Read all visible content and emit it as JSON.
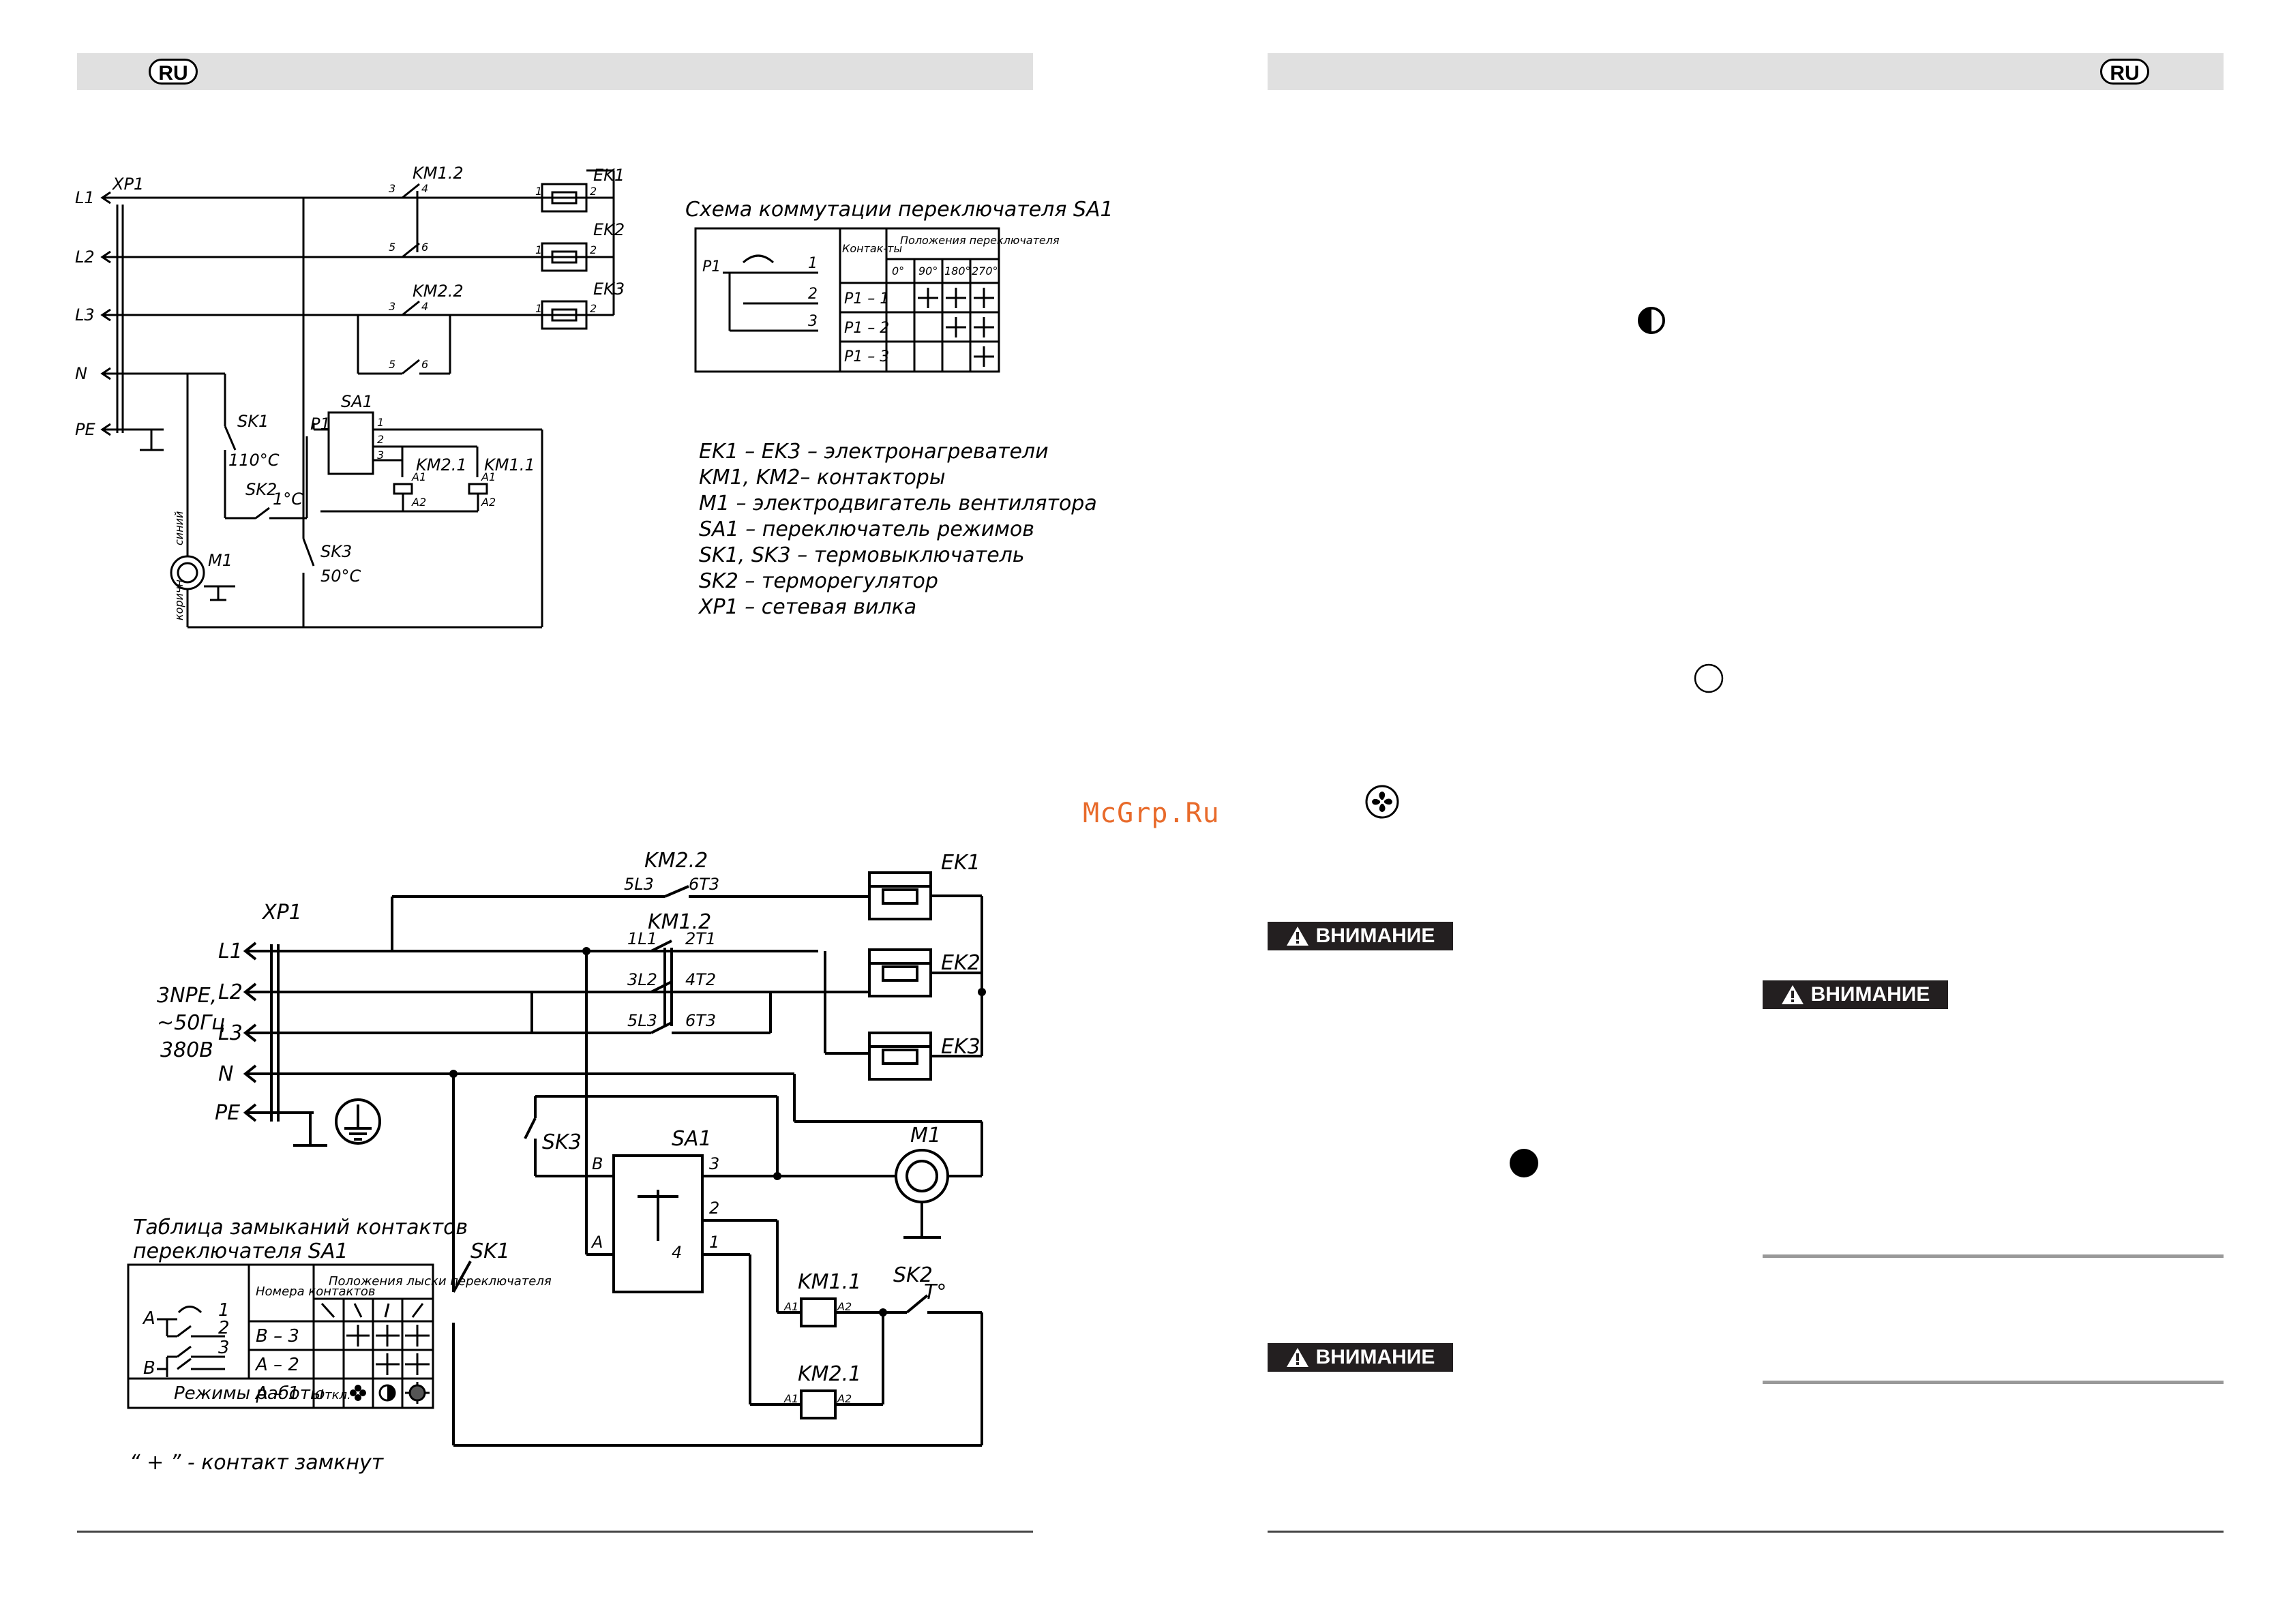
{
  "header": {
    "lang_left": "RU",
    "lang_right": "RU"
  },
  "watermark": "McGrp.Ru",
  "warnings": [
    "ВНИМАНИЕ",
    "ВНИМАНИЕ",
    "ВНИМАНИЕ"
  ],
  "icons": [
    "half-moon-icon",
    "empty-circle-icon",
    "fan-icon",
    "filled-circle-icon"
  ],
  "diagram1": {
    "lines": [
      "L1",
      "L2",
      "L3",
      "N",
      "PE"
    ],
    "xp1": "XP1",
    "km12": "KM1.2",
    "km22": "KM2.2",
    "km21": "KM2.1",
    "km11": "KM1.1",
    "ek1": "EK1",
    "ek2": "EK2",
    "ek3": "EK3",
    "sa1": "SA1",
    "p1": "P1",
    "sk1": "SK1",
    "sk1_temp": "110°C",
    "sk2": "SK2",
    "sk2_temp": "1°C",
    "sk3": "SK3",
    "sk3_temp": "50°C",
    "m1": "M1",
    "wire_blue": "синий",
    "wire_brown": "коричн",
    "pin_a1": "A1",
    "pin_a2": "A2",
    "n1": "1",
    "n2": "2",
    "n3": "3",
    "n4": "4",
    "n5": "5",
    "n6": "6"
  },
  "commut_table": {
    "title": "Схема коммутации переключателя SA1",
    "col_contacts": "Контак-ты",
    "col_positions": "Положения переключателя",
    "angles": [
      "0°",
      "90°",
      "180°",
      "270°"
    ],
    "rows": [
      "P1 – 1",
      "P1 – 2",
      "P1 – 3"
    ]
  },
  "legend": [
    "EK1 – EK3 – электронагреватели",
    "KM1, KM2– контакторы",
    "M1 – электродвигатель вентилятора",
    "SA1 – переключатель режимов",
    "SK1, SK3 – термовыключатель",
    "SK2 – терморегулятор",
    "XP1 – сетевая вилка"
  ],
  "diagram2": {
    "xp1": "XP1",
    "lines": [
      "L1",
      "L2",
      "L3",
      "N",
      "PE"
    ],
    "supply": [
      "3NPE,",
      "~50Гц",
      "380В"
    ],
    "km22": "KM2.2",
    "km12": "KM1.2",
    "km11": "KM1.1",
    "km21": "KM2.1",
    "t_5l3": "5L3",
    "t_6t3": "6T3",
    "t_1l1": "1L1",
    "t_2t1": "2T1",
    "t_3l2": "3L2",
    "t_4t2": "4T2",
    "ek1": "EK1",
    "ek2": "EK2",
    "ek3": "EK3",
    "sa1": "SA1",
    "sk1": "SK1",
    "sk2": "SK2",
    "sk2_t": "T°",
    "sk3": "SK3",
    "m1": "M1",
    "term_b": "B",
    "term_a": "A",
    "term_1": "1",
    "term_2": "2",
    "term_3": "3",
    "term_4": "4",
    "pin_a1": "A1",
    "pin_a2": "A2"
  },
  "closure_table": {
    "title1": "Таблица замыканий контактов",
    "title2": "переключателя SA1",
    "col_numbers": "Номера контактов",
    "col_positions": "Положения лыски переключателя",
    "rows": [
      "B – 3",
      "A – 2",
      "A – 1"
    ],
    "modes_label": "Режимы работы",
    "off_label": "Откл.",
    "contact_a": "A",
    "contact_b": "B",
    "n1": "1",
    "n2": "2",
    "n3": "3",
    "footnote": "“ + ” - контакт замкнут"
  }
}
